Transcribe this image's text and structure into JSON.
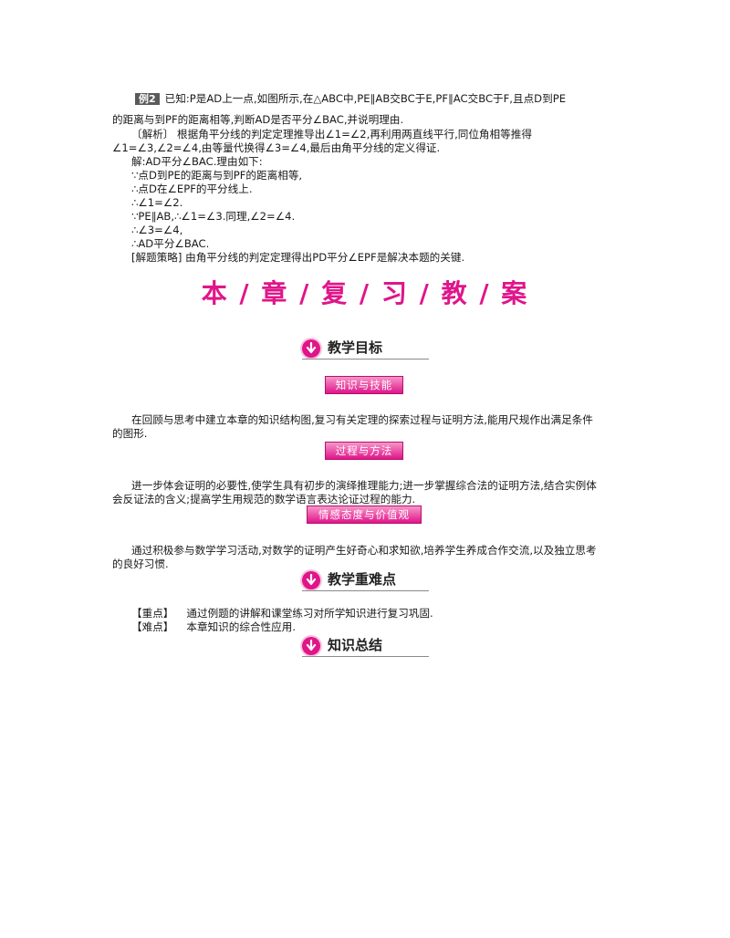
{
  "example": {
    "badge": "例2",
    "lines": [
      "已知:P是AD上一点,如图所示,在△ABC中,PE∥AB交BC于E,PF∥AC交BC于F,且点D到PE",
      "的距离与到PF的距离相等,判断AD是否平分∠BAC,并说明理由.",
      "〔解析〕   根据角平分线的判定定理推导出∠1=∠2,再利用两直线平行,同位角相等推得",
      "∠1=∠3,∠2=∠4,由等量代换得∠3=∠4,最后由角平分线的定义得证.",
      "解:AD平分∠BAC.理由如下:",
      "∵点D到PE的距离与到PF的距离相等,",
      "∴点D在∠EPF的平分线上.",
      "∴∠1=∠2.",
      "∵PE∥AB,∴∠1=∠3.同理,∠2=∠4.",
      "∴∠3=∠4,",
      "∴AD平分∠BAC.",
      "[解题策略]   由角平分线的判定定理得出PD平分∠EPF是解决本题的关键."
    ]
  },
  "chapter_title": "本 / 章 / 复 / 习 / 教 / 案",
  "sections": {
    "goals": "教学目标",
    "keypoints": "教学重难点",
    "summary": "知识总结"
  },
  "pills": {
    "skills": "知识与技能",
    "process": "过程与方法",
    "attitude": "情感态度与价值观"
  },
  "paragraphs": {
    "skills_l1": "在回顾与思考中建立本章的知识结构图,复习有关定理的探索过程与证明方法,能用尺规作出满足条件",
    "skills_l2": "的图形.",
    "process_l1": "进一步体会证明的必要性,使学生具有初步的演绎推理能力;进一步掌握综合法的证明方法,结合实例体",
    "process_l2": "会反证法的含义;提高学生用规范的数学语言表达论证过程的能力.",
    "attitude_l1": "通过积极参与数学学习活动,对数学的证明产生好奇心和求知欲,培养学生养成合作交流,以及独立思考",
    "attitude_l2": "的良好习惯."
  },
  "keypoints": {
    "key_label": "【重点】",
    "key_text": "通过例题的讲解和课堂练习对所学知识进行复习巩固.",
    "diff_label": "【难点】",
    "diff_text": "本章知识的综合性应用."
  },
  "colors": {
    "accent": "#e0158a",
    "badge": "#5a5a5a"
  },
  "icons": {
    "section": "down-arrow-icon"
  }
}
